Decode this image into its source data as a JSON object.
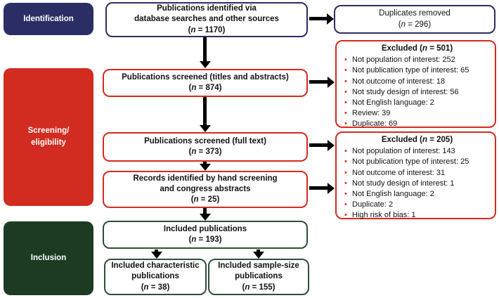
{
  "labels": {
    "n_open": "(",
    "n_sym": "n",
    "n_eq": " = ",
    "n_close": ")"
  },
  "colors": {
    "identification_navy": "#2b2e64",
    "screening_red": "#d22b1f",
    "inclusion_green": "#1d3b23",
    "red_border": "#d62b1e",
    "green_border": "#2e4f38",
    "arrow_black": "#000000"
  },
  "stages": {
    "identification": "Identification",
    "screening": "Screening/\neligibility",
    "inclusion": "Inclusion"
  },
  "nodes": {
    "identified": {
      "title": "Publications identified via\ndatabase searches and other sources",
      "n": "1170"
    },
    "duplicates": {
      "title": "Duplicates removed",
      "n": "296"
    },
    "screened_titles": {
      "title": "Publications screened (titles and abstracts)",
      "n": "874"
    },
    "screened_fulltext": {
      "title": "Publications screened (full text)",
      "n": "373"
    },
    "hand_screening": {
      "title": "Records identified by hand screening\nand congress abstracts",
      "n": "25"
    },
    "included": {
      "title": "Included publications",
      "n": "193"
    },
    "included_characteristic": {
      "title": "Included characteristic\npublications",
      "n": "38"
    },
    "included_sample_size": {
      "title": "Included sample-size\npublications",
      "n": "155"
    }
  },
  "excluded1": {
    "heading": "Excluded ",
    "n": "501",
    "items": [
      "Not population of interest: 252",
      "Not publication type of interest: 65",
      "Not outcome of interest: 18",
      "Not study design of interest: 56",
      "Not English language: 2",
      "Review: 39",
      "Duplicate: 69"
    ]
  },
  "excluded2": {
    "heading": "Excluded ",
    "n": "205",
    "items": [
      "Not population of interest: 143",
      "Not publication type of interest: 25",
      "Not outcome of interest: 31",
      "Not study design of interest: 1",
      "Not English language: 2",
      "Duplicate: 2",
      "High risk of bias: 1"
    ]
  }
}
